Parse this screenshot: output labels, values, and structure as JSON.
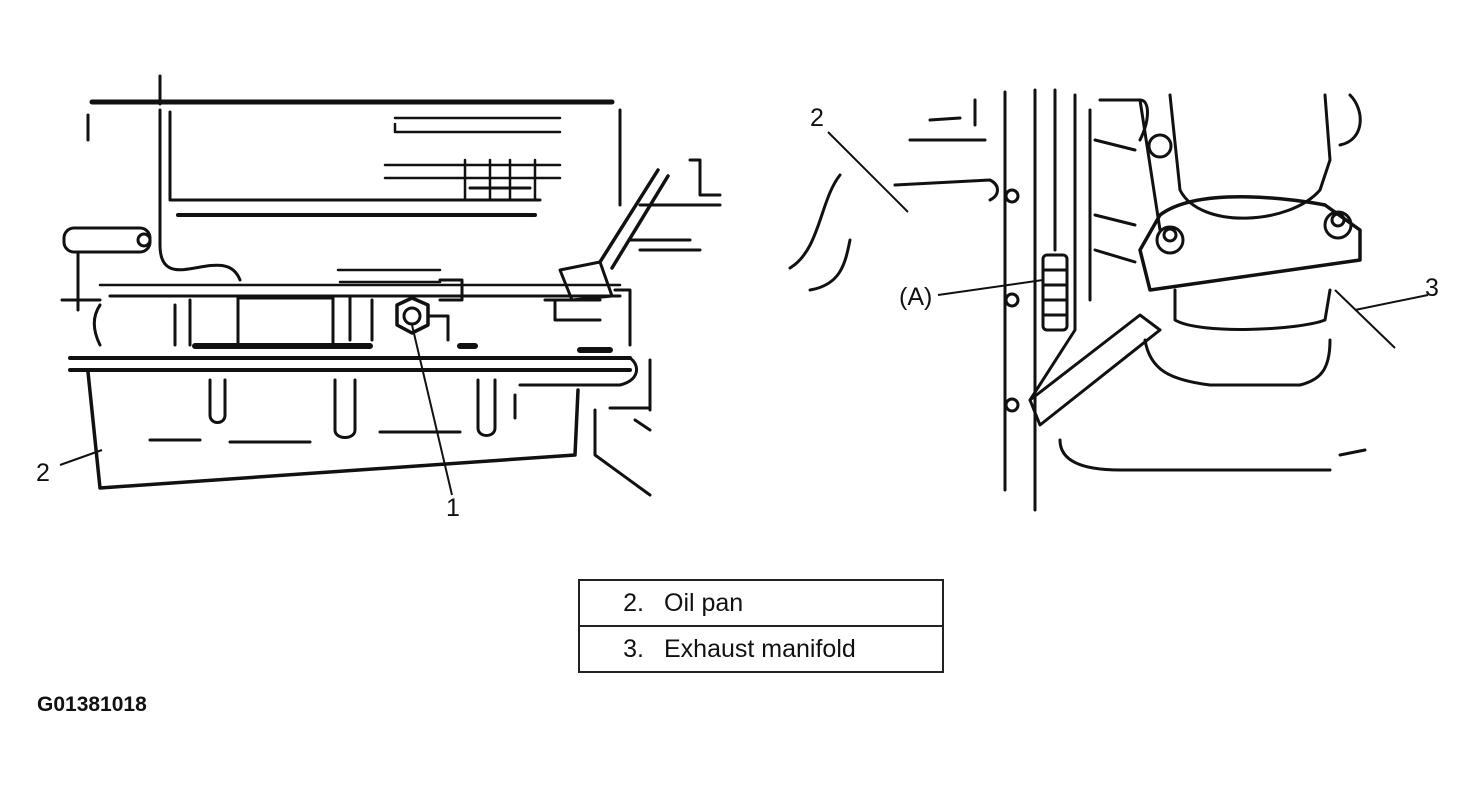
{
  "callouts": {
    "left_part1": "1",
    "left_part2": "2",
    "right_part2": "2",
    "right_part3": "3",
    "right_pointA": "(A)"
  },
  "legend": {
    "rows": [
      {
        "num": "2.",
        "label": "Oil pan"
      },
      {
        "num": "3.",
        "label": "Exhaust manifold"
      }
    ]
  },
  "figure_id": "G01381018"
}
